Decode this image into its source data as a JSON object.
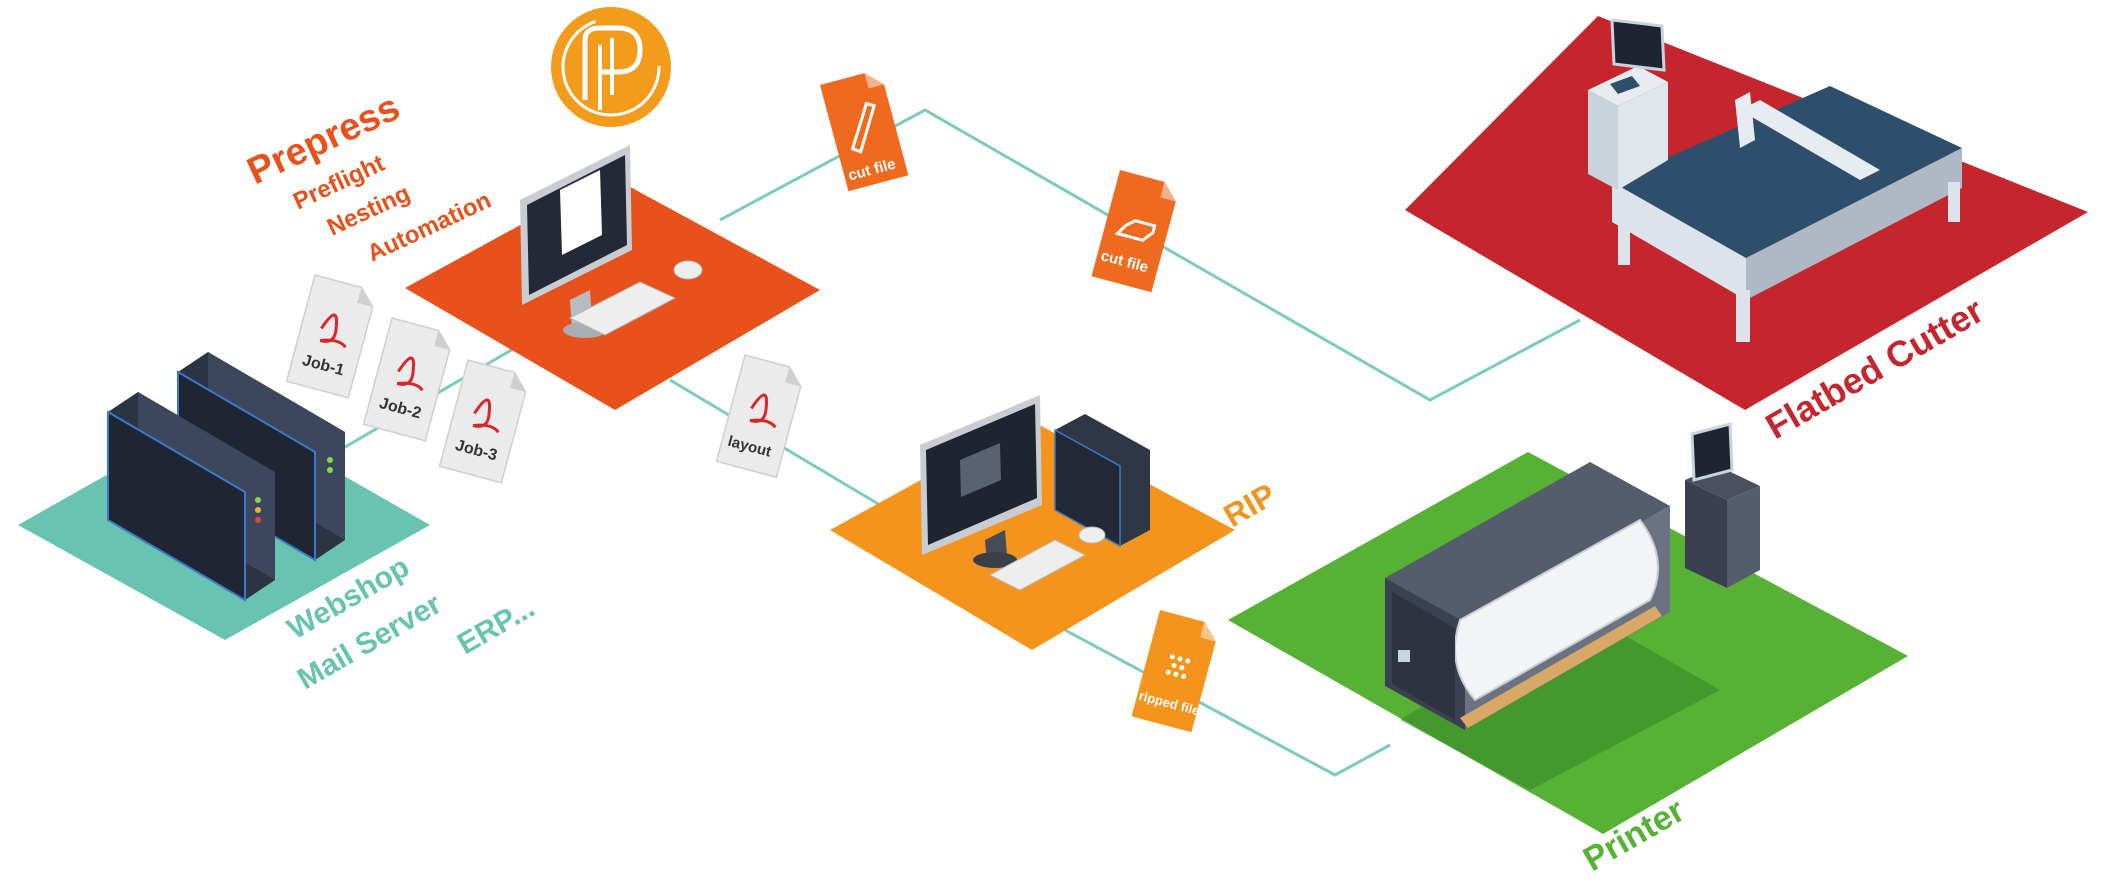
{
  "colors": {
    "prepress": "#e8511b",
    "logo": "#f39c1c",
    "rip": "#f5941d",
    "server_teal": "#68c3b0",
    "cutter_red": "#c5262e",
    "printer_green": "#56b135",
    "connector": "#7ccbbd",
    "file_orange": "#ef6a1f",
    "pdf_red": "#d9262c",
    "label_grey": "#333333"
  },
  "icons": [
    "prepress-logo-icon",
    "pdf-icon",
    "knife-icon",
    "truck-icon",
    "ripped-dots-icon",
    "server-icon",
    "monitor-icon",
    "keyboard-icon",
    "mouse-icon",
    "cutter-machine-icon",
    "printer-machine-icon"
  ],
  "prepress": {
    "title": "Prepress",
    "items": [
      "Preflight",
      "Nesting",
      "Automation"
    ]
  },
  "sources": {
    "lines": [
      "Webshop",
      "Mail Server",
      "ERP..."
    ]
  },
  "jobs": [
    "Job-1",
    "Job-2",
    "Job-3"
  ],
  "files": {
    "layout": "layout",
    "cut1": "cut file",
    "cut2": "cut file",
    "ripped": "ripped file"
  },
  "rip": {
    "label": "RIP"
  },
  "cutter": {
    "label": "Flatbed Cutter"
  },
  "printer": {
    "label": "Printer"
  }
}
